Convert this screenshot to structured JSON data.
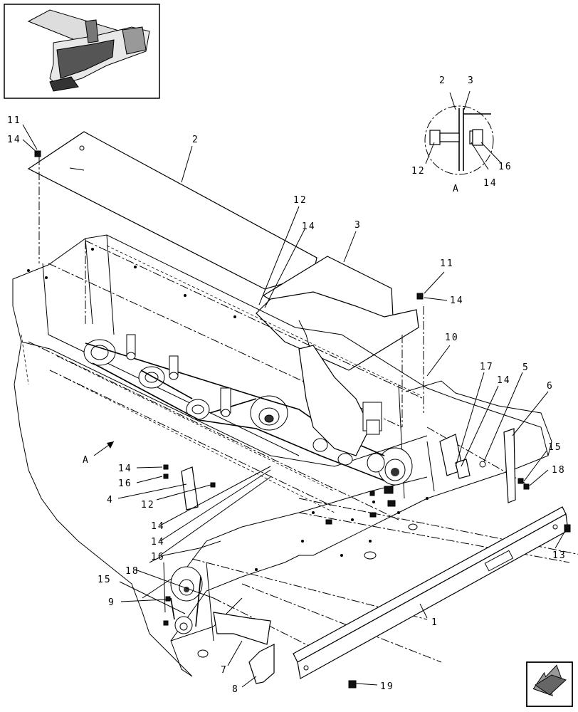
{
  "callouts": {
    "c1": "1",
    "c2": "2",
    "c3": "3",
    "c4": "4",
    "c5": "5",
    "c6": "6",
    "c7": "7",
    "c8": "8",
    "c9": "9",
    "c10": "10",
    "c11": "11",
    "c12": "12",
    "c13": "13",
    "c14": "14",
    "c15": "15",
    "c16": "16",
    "c17": "17",
    "c18": "18",
    "c19": "19"
  },
  "view_letter": "A",
  "detail_letter": "A",
  "icons": {
    "thumbnail": "machine-thumbnail-icon",
    "nav_arrow": "navigation-arrow-icon"
  }
}
